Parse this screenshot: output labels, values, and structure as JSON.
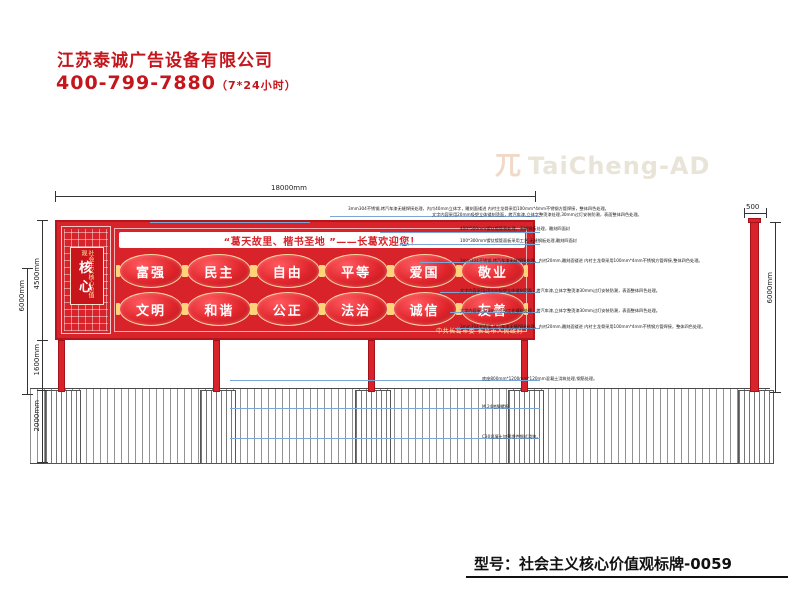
{
  "header": {
    "company": "江苏泰诚广告设备有限公司",
    "phone": "400-799-7880",
    "phone_note": "（7*24小时）"
  },
  "watermark": {
    "logo": "兀",
    "text": "TaiCheng-AD"
  },
  "billboard": {
    "headline": "“葛天故里、楷书圣地 ”——长葛欢迎您！",
    "scroll_text": "社会主义核心价值观",
    "scroll_core": "核心",
    "values_row1": [
      "富强",
      "民主",
      "自由",
      "平等",
      "爱国",
      "敬业"
    ],
    "values_row2": [
      "文明",
      "和谐",
      "公正",
      "法治",
      "诚信",
      "友善"
    ],
    "byline": "中共长葛市委   长葛市人民政府"
  },
  "dimensions": {
    "total_width": "18000mm",
    "board_height": "4500mm",
    "leg_height": "1600mm",
    "foundation_depth": "2000mm",
    "overall_height": "6000mm",
    "pole_height_right": "6000mm",
    "pole_width_right": "500"
  },
  "annotations": [
    "3mm304不锈钢,烤汽车漆无缝焊接处理，内爪40mm立体字，雕刻面镂进 内衬主龙骨采用100mm*4mm不锈钢方管焊接，整体四色处理。",
    "文字内容采用20mm吸塑立体镂刻烫面，烤汽车漆,立体字整烫漆处理,30mm过灯安装防潮，表面整体四色处理。",
    "400*500mm镀钛镀管表处理，无缝钢板处理，雕刻四面封",
    "100*300mm镀钛镀管面板采用工艺,无缝钢板处理,雕刻四面封",
    "3mm304不锈钢,烤汽车漆无缝焊接处理，内衬20mm,雕刻面镂进 内衬主龙骨采用100mm*4mm不锈钢方管焊接,整体四色处理。",
    "文字内容采用20mm吸塑立体镂刻烫面，烤汽车漆,立体字整烫漆30mm过灯安装防潮，表面整体四色处理。",
    "文字内容采用30mm喷胶工艺镂刻处理，烤汽车漆,立体字整烫漆30mm过灯安装防潮，表面整体四色处理。",
    "3mm304不锈钢,烤汽车漆无缝焊接处理，内衬20mm,雕刻面镂进 内衬主龙骨采用100mm*4mm不锈钢方管焊接，整体四色处理。",
    "底座800mm*1200mm*120mm混凝土浇筑处理,钢筋处理。",
    "M.24地脚螺栓",
    "C30混凝土加预埋件钢式浇筑。"
  ],
  "footer": {
    "model_label": "型号：社会主义核心价值观标牌-0059"
  }
}
